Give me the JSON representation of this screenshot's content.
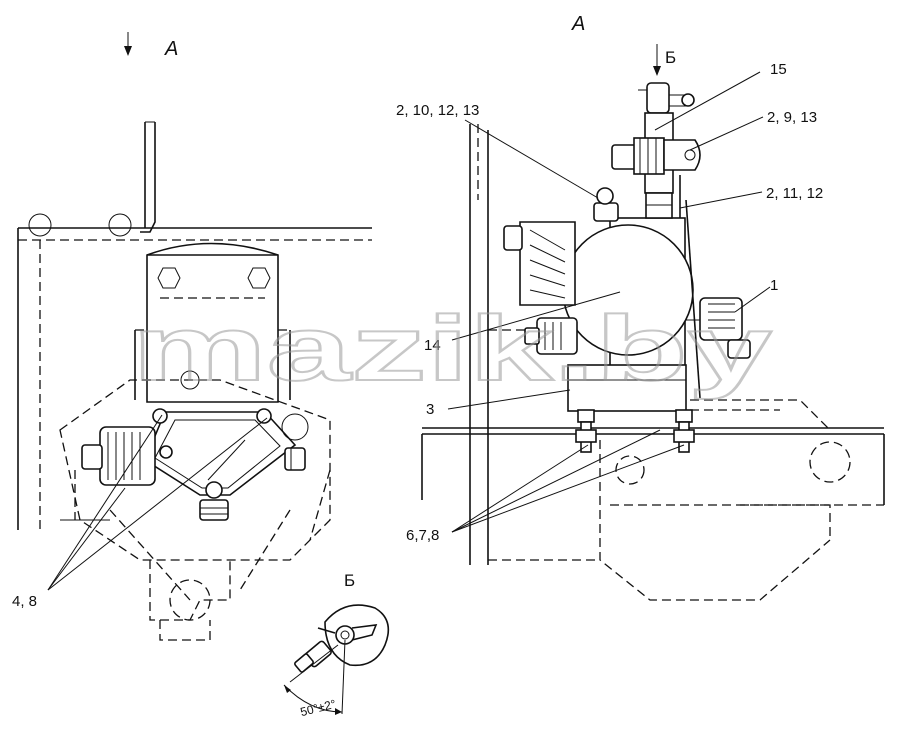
{
  "views": {
    "view_a_left": "A",
    "view_a_right": "A",
    "view_b_arrow": "Б",
    "view_b_detail": "Б"
  },
  "callouts": {
    "c_15": "15",
    "c_2_10_12_13": "2, 10, 12, 13",
    "c_2_9_13": "2, 9, 13",
    "c_2_11_12": "2, 11, 12",
    "c_1": "1",
    "c_14": "14",
    "c_3": "3",
    "c_6_7_8": "6,7,8",
    "c_4_8": "4, 8"
  },
  "dimension": {
    "angle": "50°±2°"
  },
  "watermark": "mazik.by"
}
